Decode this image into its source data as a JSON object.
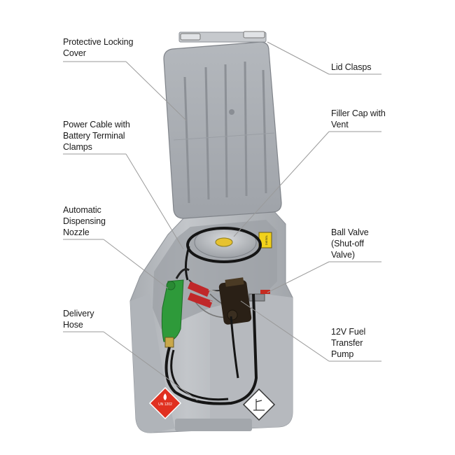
{
  "callouts": [
    {
      "id": "protective-locking-cover",
      "text": "Protective Locking\nCover"
    },
    {
      "id": "lid-clasps",
      "text": "Lid Clasps"
    },
    {
      "id": "power-cable",
      "text": "Power Cable with\nBattery Terminal\nClamps"
    },
    {
      "id": "filler-cap",
      "text": "Filler Cap with\nVent"
    },
    {
      "id": "dispensing-nozzle",
      "text": "Automatic\nDispensing\nNozzle"
    },
    {
      "id": "ball-valve",
      "text": "Ball Valve\n(Shut-off\nValve)"
    },
    {
      "id": "delivery-hose",
      "text": "Delivery\nHose"
    },
    {
      "id": "fuel-pump",
      "text": "12V Fuel\nTransfer\nPump"
    }
  ],
  "hazard_labels": {
    "flammable": "UN 1202",
    "yellow_tag": "DIESEL"
  },
  "colors": {
    "tank_body": "#b9bcc0",
    "tank_shadow": "#9ea2a7",
    "lid": "#a9adb3",
    "nozzle": "#2e9a3a",
    "hose": "#151515",
    "pump": "#2a2016",
    "flammable_diamond": "#e03020",
    "leader_line": "#9a9a9a"
  }
}
